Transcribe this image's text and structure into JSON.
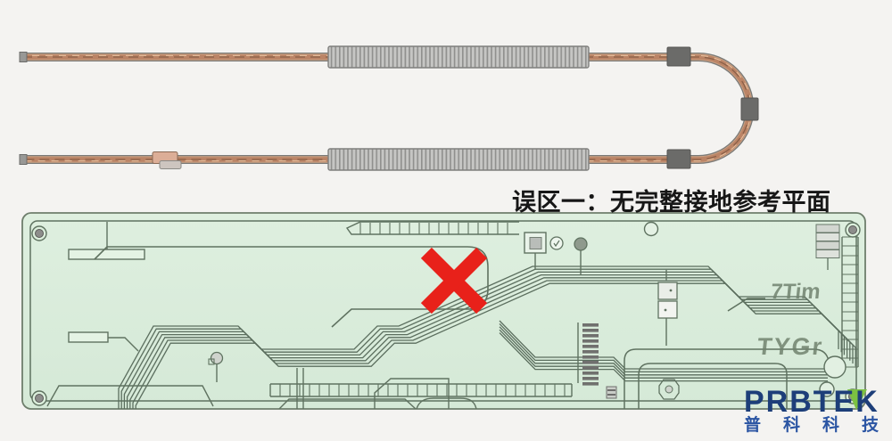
{
  "heading": {
    "text": "误区一：无完整接地参考平面"
  },
  "pcb": {
    "silkscreen": {
      "label1": "7Tim",
      "label2": "TYGr"
    }
  },
  "logo": {
    "brand": "PRBTEK",
    "subtext": "普科科技"
  },
  "colors": {
    "page_bg": "#f4f3f1",
    "pcb_green": "#d9ecda",
    "trace_green": "#5f7260",
    "error_red": "#e8211a",
    "copper": "#bd8a6c",
    "ferrite_gray": "#c6c6c4",
    "logo_navy": "#1d3e79",
    "logo_green": "#7cc242",
    "logo_blue": "#2b55a3"
  }
}
